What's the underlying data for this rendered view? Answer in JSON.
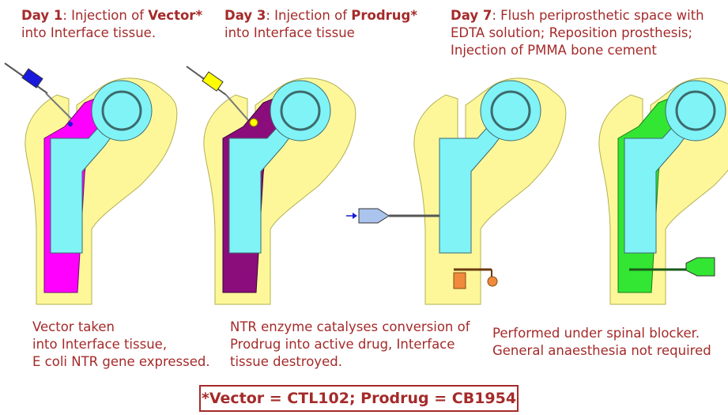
{
  "steps": [
    {
      "day": "Day 1",
      "rest_a": ": Injection of ",
      "bold": "Vector*",
      "line2": "into Interface tissue.",
      "line3": ""
    },
    {
      "day": "Day 3",
      "rest_a": ": Injection of ",
      "bold": "Prodrug*",
      "line2": "into Interface tissue",
      "line3": ""
    },
    {
      "day": "Day 7",
      "rest_a": ": Flush periprosthetic space with",
      "bold": "",
      "line2": "EDTA solution; Reposition prosthesis;",
      "line3": "Injection of PMMA bone cement"
    }
  ],
  "notes": [
    {
      "lines": [
        "Vector taken",
        "into Interface tissue,",
        "E coli NTR gene expressed."
      ]
    },
    {
      "lines": [
        "NTR enzyme catalyses conversion of",
        "Prodrug into active drug, Interface",
        "tissue destroyed."
      ]
    },
    {
      "lines": [
        "Performed under spinal blocker.",
        "General anaesthesia not required"
      ]
    }
  ],
  "footer": "*Vector = CTL102; Prodrug  = CB1954",
  "colors": {
    "text": "#a52a2a",
    "bone": "#fdf79a",
    "implant": "#80f3f7",
    "vector": "#ff00ff",
    "prodrug_tissue": "#8b0d7c",
    "vector_syringe": "#1a1adc",
    "prodrug_syringe": "#ffff00",
    "flush": "#f08a3c",
    "cement": "#33e633",
    "inflow_syringe": "#aac4ee"
  }
}
